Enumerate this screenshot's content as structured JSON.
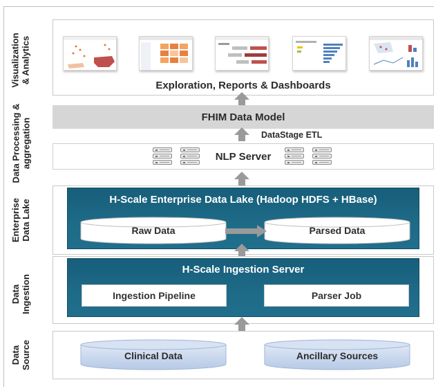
{
  "side_labels": {
    "visualization": "Visualization\n& Analytics",
    "processing": "Data Processing &\naggregation",
    "lake": "Enterprise\nData Lake",
    "ingestion": "Data\nIngestion",
    "source": "Data\nSource"
  },
  "visualization_layer": {
    "title": "Exploration, Reports & Dashboards"
  },
  "data_model": {
    "title": "FHIM Data Model"
  },
  "etl": {
    "label": "DataStage ETL"
  },
  "nlp": {
    "title": "NLP Server"
  },
  "lake": {
    "title": "H-Scale Enterprise Data Lake (Hadoop HDFS + HBase)",
    "raw": "Raw Data",
    "parsed": "Parsed Data"
  },
  "ingestion": {
    "title": "H-Scale Ingestion Server",
    "pipeline": "Ingestion Pipeline",
    "parser": "Parser Job"
  },
  "sources": {
    "clinical": "Clinical Data",
    "ancillary": "Ancillary Sources"
  },
  "colors": {
    "teal": "#1e6b88",
    "grey_band": "#d6d6d6",
    "arrow": "#9a9a9a",
    "cylinder_blue": "#c3d4ec"
  }
}
